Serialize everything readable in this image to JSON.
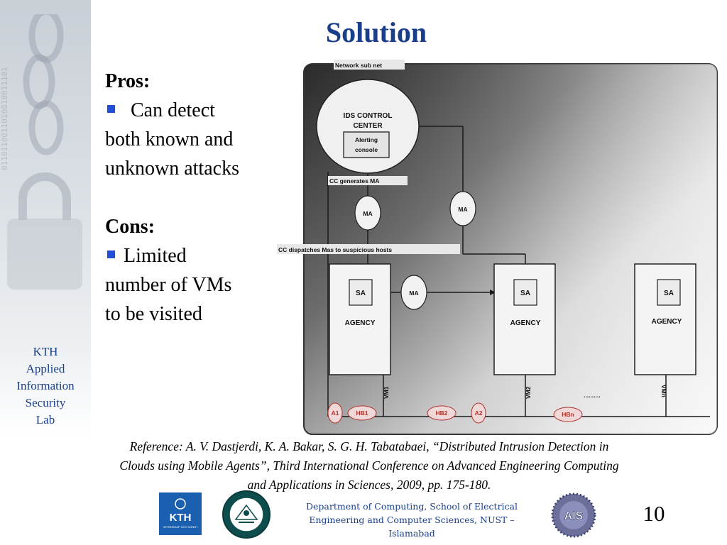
{
  "slide": {
    "title": "Solution",
    "number": "10"
  },
  "sidebar": {
    "label_lines": [
      "KTH",
      "Applied",
      "Information",
      "Security",
      "Lab"
    ]
  },
  "content": {
    "pros_heading": "Pros:",
    "pros_item_lines": [
      "Can detect",
      "both known and",
      "unknown attacks"
    ],
    "cons_heading": "Cons:",
    "cons_item_lines": [
      "Limited",
      "number of VMs",
      "to be visited"
    ],
    "bullet_color": "#1f4fd6"
  },
  "diagram": {
    "network_label": "Network sub net",
    "ids_center_lines": [
      "IDS CONTROL",
      "CENTER"
    ],
    "alerting_lines": [
      "Alerting",
      "console"
    ],
    "cc_generates": "CC generates MA",
    "cc_dispatches": "CC dispatches  Mas to  suspicious hosts",
    "ma_label": "MA",
    "sa_label": "SA",
    "agency_label": "AGENCY",
    "vm_labels": [
      "VM1",
      "VM2",
      "VMn"
    ],
    "hb_labels": [
      "HB1",
      "HB2",
      "HBn"
    ],
    "a_labels": [
      "A1",
      "A2"
    ],
    "ellipsis": ".........."
  },
  "footer": {
    "reference_lines": [
      "Reference:  A. V. Dastjerdi, K. A. Bakar, S. G. H. Tabatabaei, “Distributed Intrusion Detection in",
      "Clouds using Mobile Agents”,  Third International Conference on Advanced Engineering Computing",
      "and Applications in Sciences, 2009, pp. 175-180."
    ],
    "department_lines": [
      "Department of Computing, School of Electrical",
      "Engineering and Computer Sciences, NUST –",
      "Islamabad"
    ],
    "kth_logo_text": "KTH",
    "kth_logo_sub": "VETENSKAP OCH KONST",
    "ais_logo_text": "AIS"
  },
  "colors": {
    "title": "#1a3f8a",
    "link_blue": "#1a3f8a",
    "kth_blue": "#1b5fb0",
    "hb_red": "#b0342c"
  }
}
